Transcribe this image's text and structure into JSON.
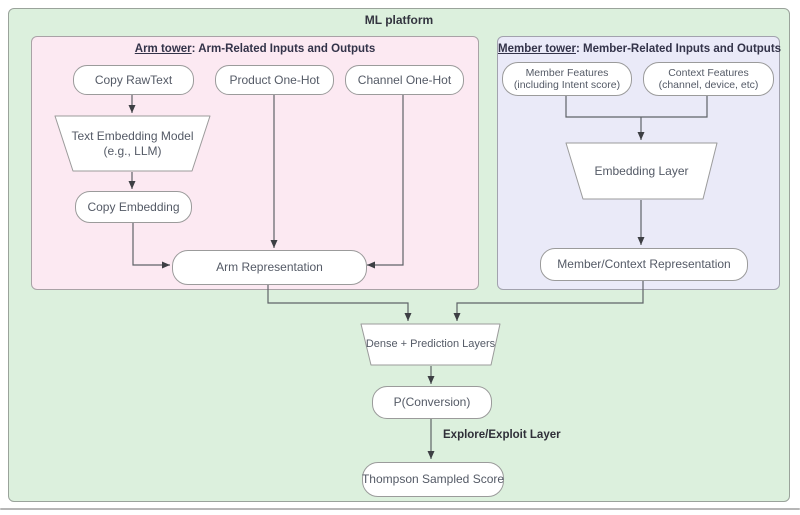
{
  "platform": {
    "title": "ML platform"
  },
  "colors": {
    "platform_fill": "#dcf0dd",
    "arm_tower_fill": "#fce9f2",
    "member_tower_fill": "#eaeaf8",
    "node_fill": "#ffffff",
    "border_gray": "#9b9b9b",
    "connector_gray": "#5f6368"
  },
  "arm_tower": {
    "title_underlined": "Arm tower",
    "title_rest": ": Arm-Related Inputs and Outputs",
    "nodes": {
      "copy_rawtext": {
        "label": "Copy RawText"
      },
      "product_one_hot": {
        "label": "Product One-Hot"
      },
      "channel_one_hot": {
        "label": "Channel One-Hot"
      },
      "text_embedding_model": {
        "line1": "Text Embedding Model",
        "line2": "(e.g., LLM)"
      },
      "copy_embedding": {
        "label": "Copy Embedding"
      },
      "arm_representation": {
        "label": "Arm Representation"
      }
    }
  },
  "member_tower": {
    "title_underlined": "Member tower",
    "title_rest": ": Member-Related Inputs and Outputs",
    "nodes": {
      "member_features": {
        "line1": "Member Features",
        "line2": "(including Intent score)"
      },
      "context_features": {
        "line1": "Context Features",
        "line2": "(channel, device, etc)"
      },
      "embedding_layer": {
        "label": "Embedding Layer"
      },
      "member_context_representation": {
        "label": "Member/Context Representation"
      }
    }
  },
  "pipeline": {
    "dense_prediction_layers": {
      "label": "Dense + Prediction Layers"
    },
    "p_conversion": {
      "label": "P(Conversion)"
    },
    "explore_exploit_label": "Explore/Exploit Layer",
    "thompson_sampled_score": {
      "label": "Thompson Sampled Score"
    }
  }
}
